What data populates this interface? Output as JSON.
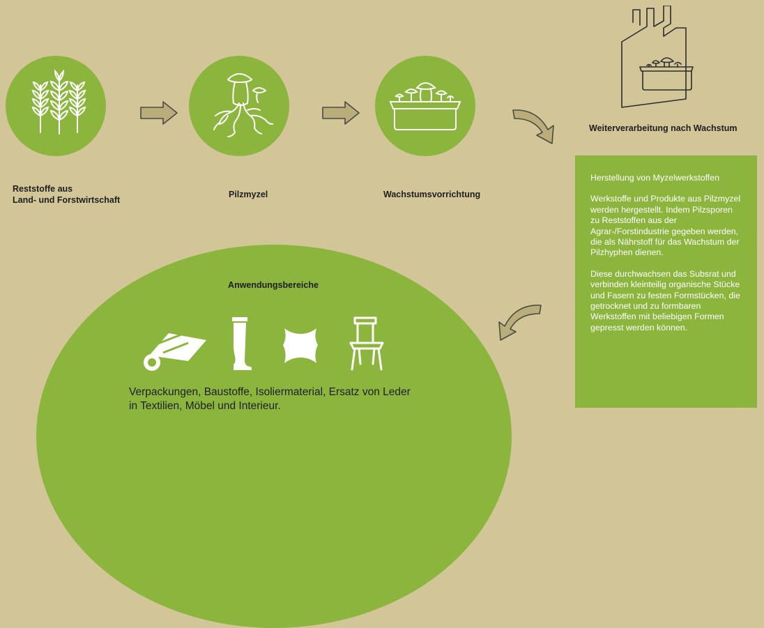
{
  "steps": [
    {
      "label_line1": "Reststoffe aus",
      "label_line2": "Land- und Forstwirtschaft",
      "icon": "wheat-icon"
    },
    {
      "label": "Pilzmyzel",
      "icon": "mushroom-mycelium-icon"
    },
    {
      "label": "Wachstumsvorrichtung",
      "icon": "growth-container-icon"
    }
  ],
  "factory": {
    "label": "Weiterverarbeitung nach Wachstum",
    "icon": "factory-icon"
  },
  "info": {
    "title": "Herstellung von Myzelwerkstoffen",
    "paragraph1": "Werkstoffe und Produkte aus Pilzmyzel werden hergestellt. Indem Pilzsporen zu Reststoffen aus der Agrar-/Forstindustrie gegeben werden, die als Nährstoff für das Wachstum der Pilzhyphen dienen.",
    "paragraph2": "Diese durchwachsen das Subsrat und verbinden kleinteilig organische Stücke und Fasern zu festen Formstücken, die getrocknet und zu formbaren Werkstoffen mit beliebigen Formen gepresst werden können."
  },
  "applications": {
    "title": "Anwendungsbereiche",
    "text_line1": "Verpackungen, Baustoffe, Isoliermaterial, Ersatz von Leder",
    "text_line2": "in Textilien, Möbel und Interieur.",
    "icons": [
      "packaging-rolls-icon",
      "boot-icon",
      "leather-hide-icon",
      "chair-icon"
    ]
  },
  "colors": {
    "background": "#d2c699",
    "accent_green": "#8cb53e",
    "text": "#1e1e1e"
  }
}
